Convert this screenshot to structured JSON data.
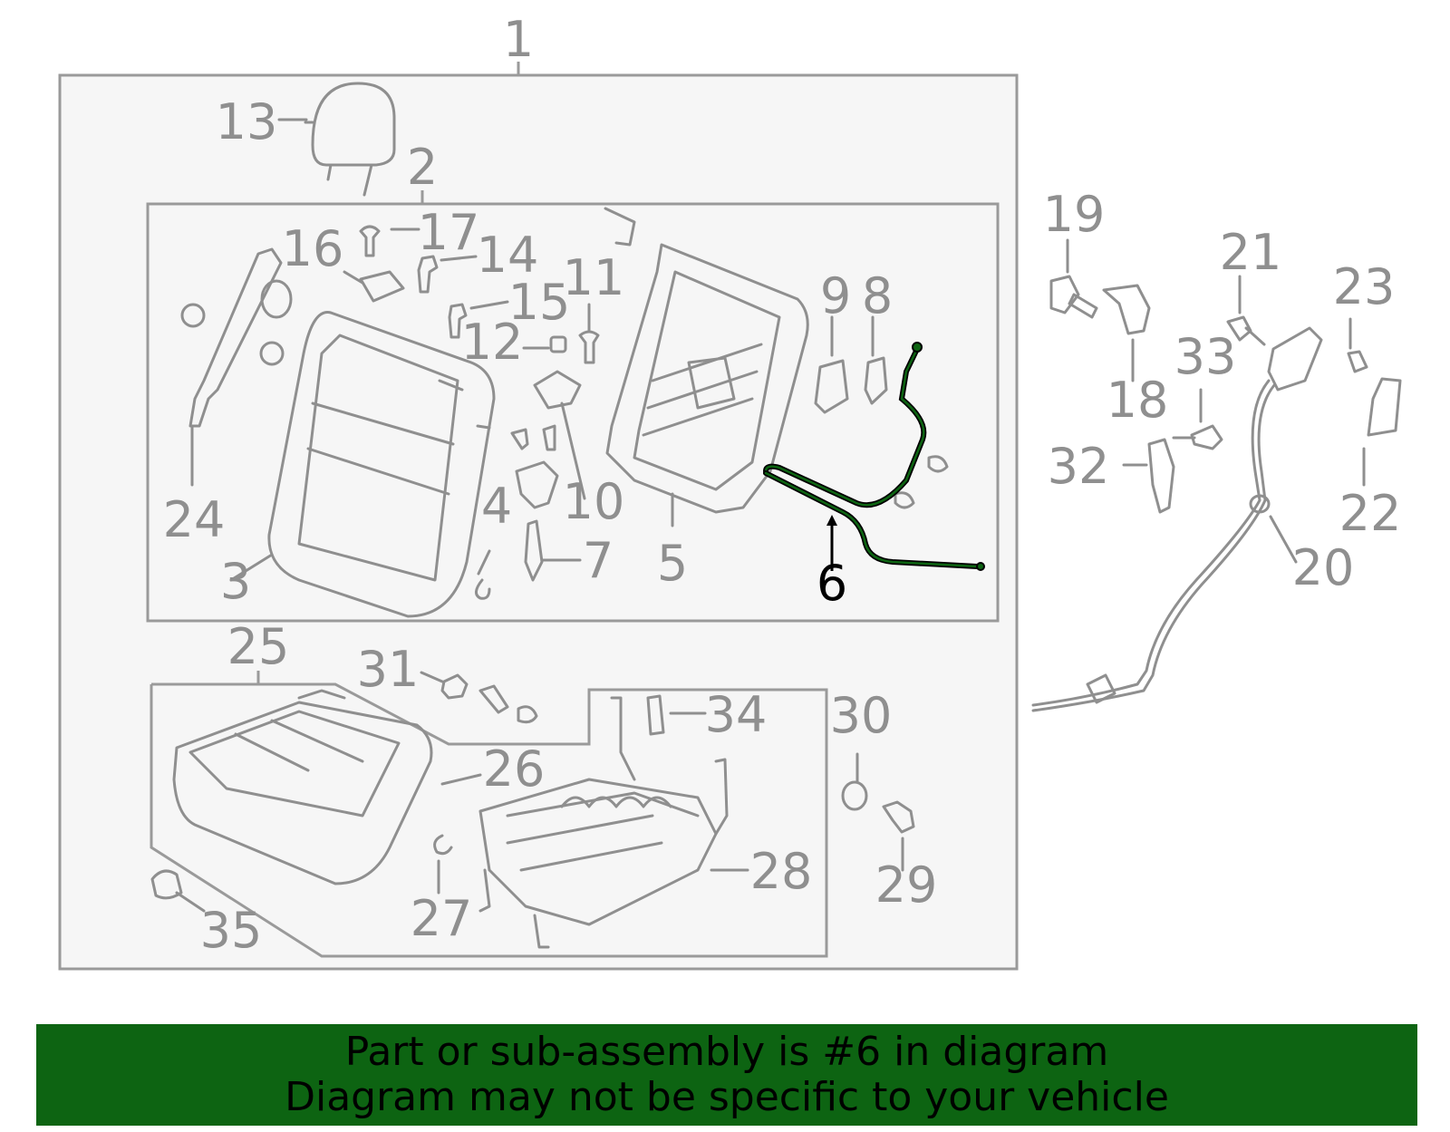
{
  "callouts": {
    "n1": "1",
    "n2": "2",
    "n3": "3",
    "n4": "4",
    "n5": "5",
    "n6": "6",
    "n7": "7",
    "n8": "8",
    "n9": "9",
    "n10": "10",
    "n11": "11",
    "n12": "12",
    "n13": "13",
    "n14": "14",
    "n15": "15",
    "n16": "16",
    "n17": "17",
    "n18": "18",
    "n19": "19",
    "n20": "20",
    "n21": "21",
    "n22": "22",
    "n23": "23",
    "n24": "24",
    "n25": "25",
    "n26": "26",
    "n27": "27",
    "n28": "28",
    "n29": "29",
    "n30": "30",
    "n31": "31",
    "n32": "32",
    "n33": "33",
    "n34": "34",
    "n35": "35"
  },
  "highlight": {
    "part_number": "6",
    "color": "#0d6412"
  },
  "colors": {
    "line": "#8f8f8f",
    "panel": "#f6f6f6",
    "banner": "#0d6412"
  },
  "banner": {
    "line1": "Part or sub-assembly is #6 in diagram",
    "line2": "Diagram may not be specific to your vehicle"
  }
}
